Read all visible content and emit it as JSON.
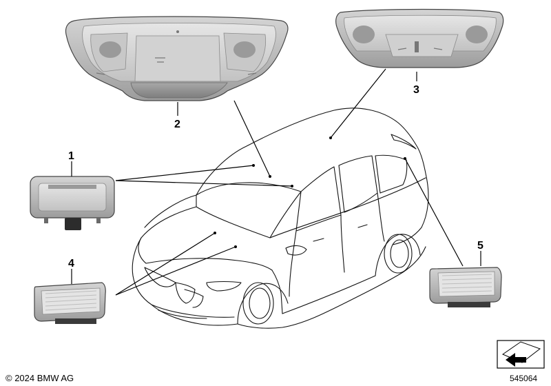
{
  "parts": [
    {
      "number": "1",
      "name": "interior-light-small"
    },
    {
      "number": "2",
      "name": "front-roof-console-light"
    },
    {
      "number": "3",
      "name": "rear-roof-console-light"
    },
    {
      "number": "4",
      "name": "footwell-light"
    },
    {
      "number": "5",
      "name": "luggage-compartment-light"
    }
  ],
  "footer": {
    "copyright": "© 2024 BMW AG",
    "diagram_number": "545064"
  },
  "colors": {
    "part_fill": "#bdbdbd",
    "part_dark": "#8f8f8f",
    "part_light": "#e2e2e2",
    "line": "#000000"
  }
}
